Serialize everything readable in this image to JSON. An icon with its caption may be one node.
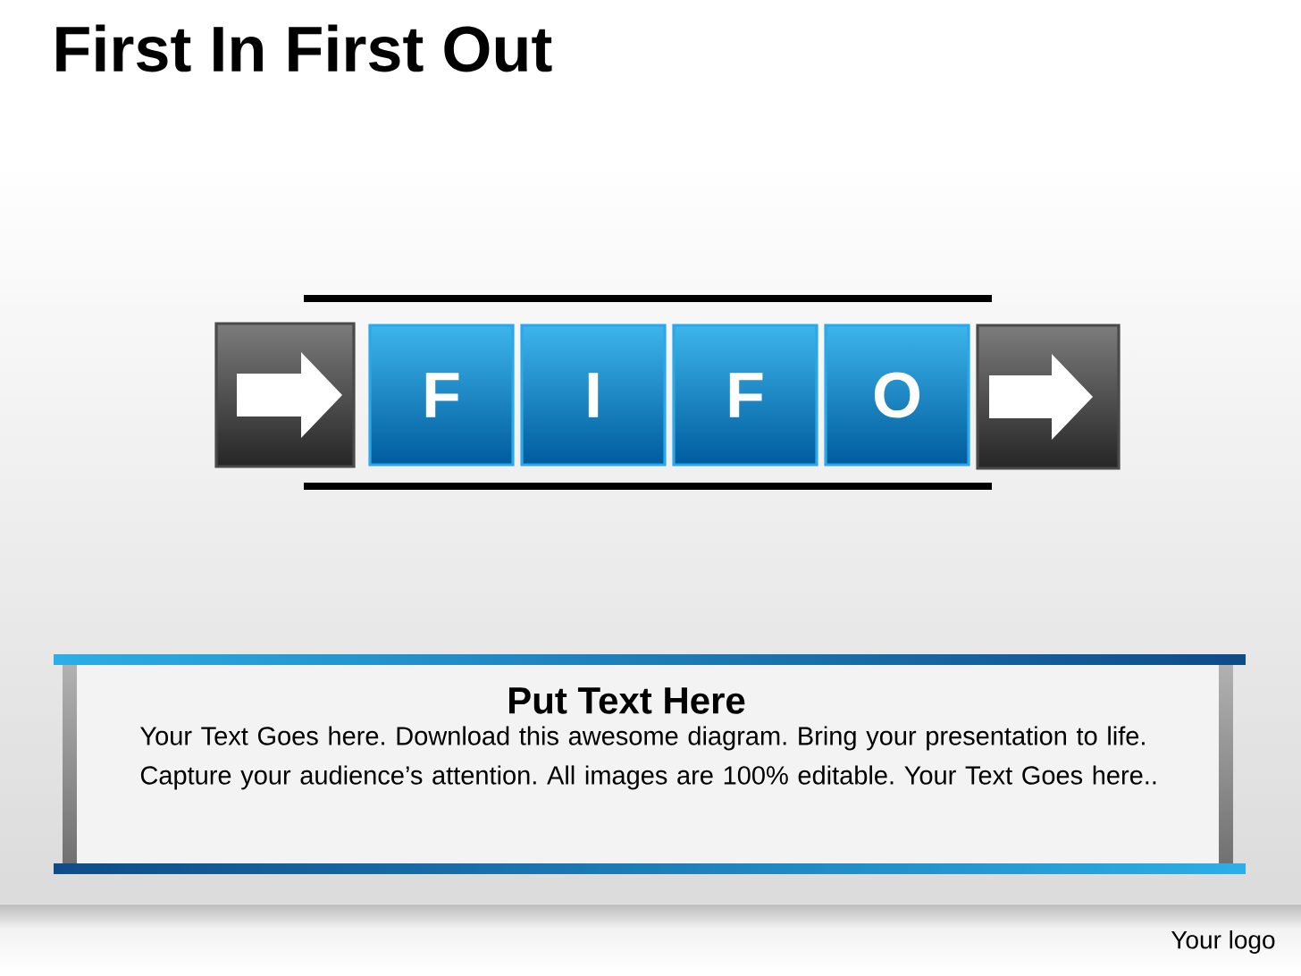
{
  "diagram": {
    "title": "First In First Out",
    "nodes": [
      {
        "text": [],
        "shape": "box"
      },
      {
        "text": [
          "F"
        ]
      },
      {
        "text": [
          "I"
        ]
      },
      {
        "text": [
          "F"
        ]
      },
      {
        "text": [
          "O"
        ]
      },
      {
        "text": [],
        "shape": "box"
      },
      {
        "text": [
          "Put Text Here",
          "Your Text Goes here. Download this awesome diagram. Bring your presentation to life. Capture your audience’s attention. All images are 100% editable. Your Text Goes here.."
        ]
      }
    ],
    "labels": [
      "Your logo"
    ]
  }
}
